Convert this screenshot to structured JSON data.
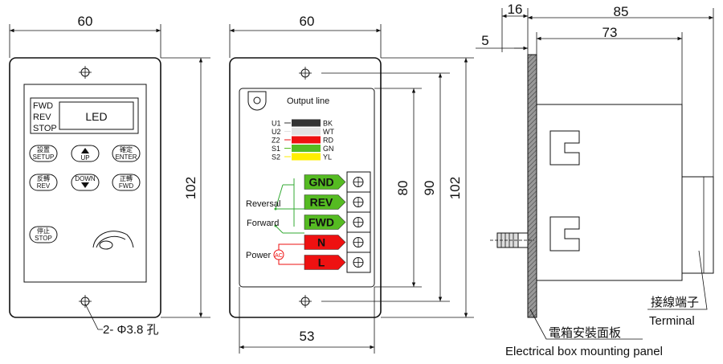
{
  "front_view": {
    "dim_width": "60",
    "dim_height": "102",
    "hole_label": "2- Φ3.8 孔",
    "led_label": "LED",
    "status_labels": [
      "FWD",
      "REV",
      "STOP"
    ],
    "keys": {
      "setup": [
        "設置",
        "SETUP"
      ],
      "up": [
        "UP"
      ],
      "enter": [
        "確定",
        "ENTER"
      ],
      "rev": [
        "反轉",
        "REV"
      ],
      "down": [
        "DOWN"
      ],
      "fwd": [
        "正轉",
        "FWD"
      ],
      "stop": [
        "停止",
        "STOP"
      ]
    }
  },
  "back_view": {
    "dim_width_top": "60",
    "dim_width_bottom": "53",
    "dim_80": "80",
    "dim_90": "90",
    "dim_102": "102",
    "output_title": "Output line",
    "wires": [
      {
        "code": "U1",
        "color_name": "BK",
        "color": "#333333"
      },
      {
        "code": "U2",
        "color_name": "WT",
        "color": "#e2e2e2"
      },
      {
        "code": "Z2",
        "color_name": "RD",
        "color": "#ee1111"
      },
      {
        "code": "S1",
        "color_name": "GN",
        "color": "#55bb22"
      },
      {
        "code": "S2",
        "color_name": "YL",
        "color": "#ffee00"
      }
    ],
    "terminals": [
      {
        "label": "GND",
        "color": "#55bb22"
      },
      {
        "label": "REV",
        "color": "#55bb22"
      },
      {
        "label": "FWD",
        "color": "#55bb22"
      },
      {
        "label": "N",
        "color": "#ee1111"
      },
      {
        "label": "L",
        "color": "#ee1111"
      }
    ],
    "reversal_label": "Reversal",
    "forward_label": "Forward",
    "power_label": "Power",
    "ac_label": "AC"
  },
  "side_view": {
    "dim_16": "16",
    "dim_85": "85",
    "dim_73": "73",
    "dim_5": "5",
    "terminal_cn": "接線端子",
    "terminal_en": "Terminal",
    "panel_cn": "電箱安裝面板",
    "panel_en": "Electrical box mounting panel"
  }
}
